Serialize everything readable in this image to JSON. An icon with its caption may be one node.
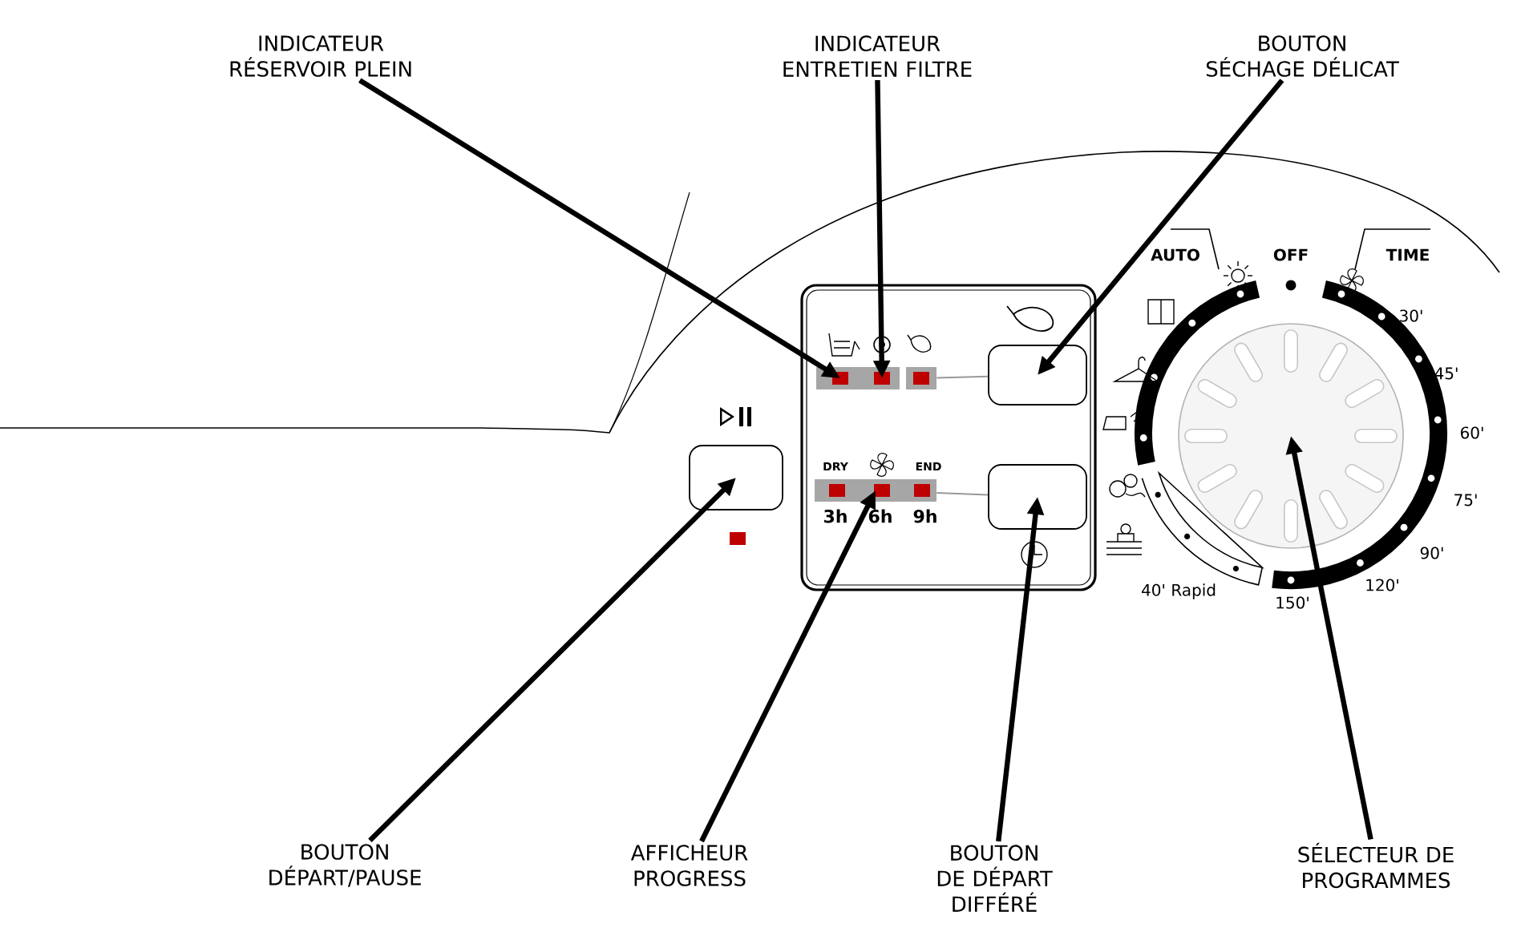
{
  "diagram": {
    "nodes": [
      {
        "text": [
          "INDICATEUR RÉSERVOIR PLEIN"
        ]
      },
      {
        "text": [
          "INDICATEUR ENTRETIEN FILTRE"
        ]
      },
      {
        "text": [
          "BOUTON SÉCHAGE DÉLICAT"
        ]
      },
      {
        "text": [
          "BOUTON DÉPART/PAUSE"
        ]
      },
      {
        "text": [
          "AFFICHEUR PROGRESS"
        ]
      },
      {
        "text": [
          "BOUTON DE DÉPART DIFFÉRÉ"
        ]
      },
      {
        "text": [
          "SÉLECTEUR DE PROGRAMMES"
        ]
      },
      {
        "text": [],
        "shape": "box"
      },
      {
        "text": [],
        "shape": "box"
      },
      {
        "text": [],
        "shape": "box"
      },
      {
        "text": [],
        "shape": "box"
      },
      {
        "text": [],
        "shape": "bar",
        "beside": [
          "DRY",
          "END",
          "3h",
          "6h",
          "9h"
        ]
      },
      {
        "text": [],
        "shape": "box"
      },
      {
        "text": [],
        "shape": "circle"
      },
      {
        "text": [],
        "shape": "box"
      }
    ],
    "edges": [
      {
        "from": 0,
        "to": 7,
        "arrow": "to"
      },
      {
        "from": 1,
        "to": 8,
        "arrow": "to"
      },
      {
        "from": 2,
        "to": 9,
        "arrow": "to"
      },
      {
        "from": 3,
        "to": 10,
        "arrow": "to"
      },
      {
        "from": 4,
        "to": 11,
        "arrow": "to"
      },
      {
        "from": 5,
        "to": 12,
        "arrow": "to"
      },
      {
        "from": 6,
        "to": 13,
        "arrow": "to"
      },
      {
        "from": 14,
        "to": 9,
        "arrow": "none",
        "color": "#999999"
      },
      {
        "from": 11,
        "to": 12,
        "arrow": "none",
        "color": "#999999"
      }
    ],
    "labels": [
      "AUTO",
      "OFF",
      "TIME",
      "30'",
      "45'",
      "60'",
      "75'",
      "90'",
      "120'",
      "150'",
      "40' Rapid"
    ]
  }
}
